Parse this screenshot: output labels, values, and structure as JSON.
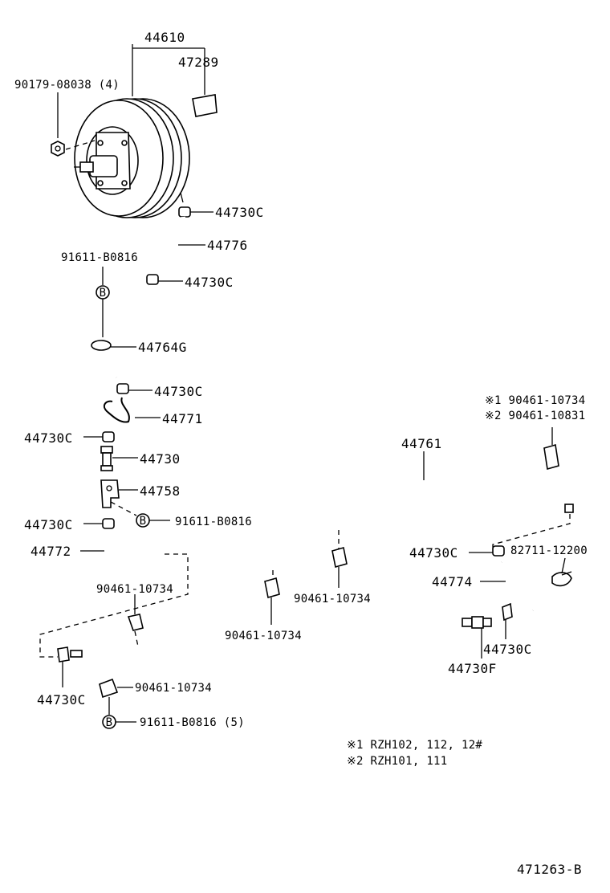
{
  "parts": {
    "p44610": "44610",
    "p47289": "47289",
    "p90179": "90179-08038 (4)",
    "p44730c_1": "44730C",
    "p44776": "44776",
    "p91611_top": "91611-B0816",
    "p44730c_2": "44730C",
    "p44764g": "44764G",
    "p44730c_3": "44730C",
    "p44771": "44771",
    "p44730c_4": "44730C",
    "p44730": "44730",
    "p44758": "44758",
    "p91611_mid": "91611-B0816",
    "p44730c_5": "44730C",
    "p44772": "44772",
    "p90461_left": "90461-10734",
    "p44730c_6": "44730C",
    "p90461_bottom": "90461-10734",
    "p91611_bottom": "91611-B0816 (5)",
    "p44761": "44761",
    "p90461_m1": "90461-10734",
    "p90461_m2": "90461-10734",
    "p90461_r1": "※1 90461-10734",
    "p90461_r2": "※2 90461-10831",
    "p44730c_7": "44730C",
    "p82711": "82711-12200",
    "p44774": "44774",
    "p44730c_8": "44730C",
    "p44730f": "44730F"
  },
  "circle_marker": "B",
  "notes": {
    "note1": "※1 RZH102, 112, 12#",
    "note2": "※2 RZH101, 111"
  },
  "figure_id": "471263-B"
}
